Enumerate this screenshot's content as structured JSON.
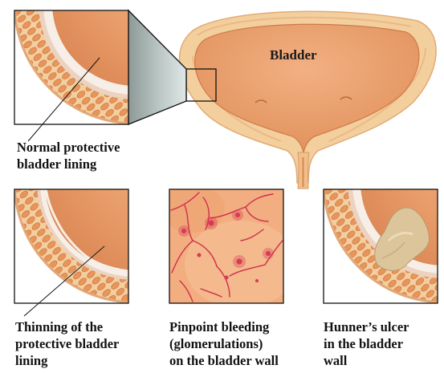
{
  "bladder_label": "Bladder",
  "captions": {
    "normal": [
      "Normal protective",
      "bladder lining"
    ],
    "thinning": [
      "Thinning of the",
      "protective bladder",
      "lining"
    ],
    "bleeding": [
      "Pinpoint bleeding",
      "(glomerulations)",
      "on the bladder wall"
    ],
    "ulcer": [
      "Hunner’s ulcer",
      "in the bladder",
      "wall"
    ]
  },
  "colors": {
    "tissue": "#e9a070",
    "wall_outer": "#f3cf9e",
    "cells": "#e89a5e",
    "lining": "#f6efe6",
    "blood": "#d63a55",
    "ulcer": "#d8c49a"
  }
}
